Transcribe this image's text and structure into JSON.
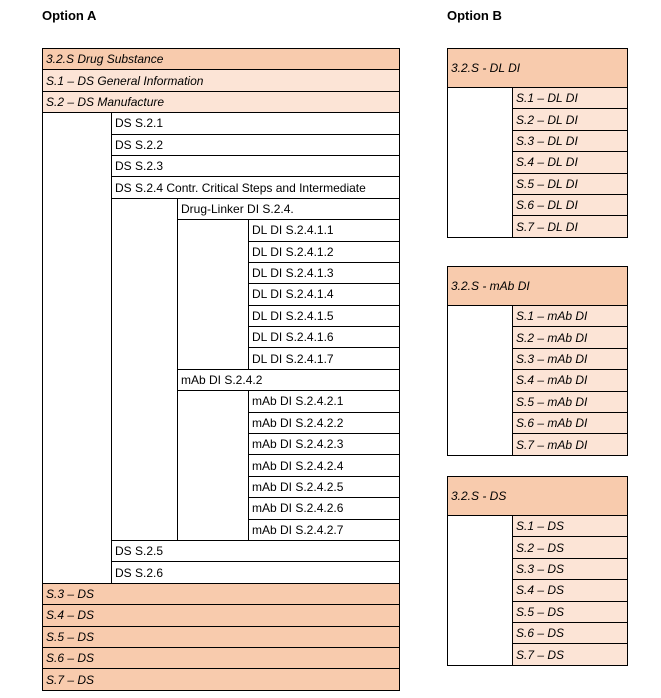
{
  "titles": {
    "option_a": "Option A",
    "option_b": "Option B"
  },
  "colors": {
    "header_fill": "#F8CBAD",
    "subheader_fill": "#FCE4D6",
    "row_fill": "#FFFFFF",
    "border": "#000000"
  },
  "option_a": {
    "top_rows": [
      "3.2.S Drug Substance",
      "S.1 – DS General Information",
      "S.2 – DS Manufacture"
    ],
    "level1_rows": [
      "DS S.2.1",
      "DS S.2.2",
      "DS S.2.3",
      "DS S.2.4 Contr. Critical Steps and Intermediate"
    ],
    "dl_header": "Drug-Linker DI S.2.4.",
    "dl_items": [
      "DL DI S.2.4.1.1",
      "DL DI S.2.4.1.2",
      "DL DI S.2.4.1.3",
      "DL DI S.2.4.1.4",
      "DL DI S.2.4.1.5",
      "DL DI S.2.4.1.6",
      "DL DI S.2.4.1.7"
    ],
    "mab_header": "mAb DI S.2.4.2",
    "mab_items": [
      "mAb DI S.2.4.2.1",
      "mAb DI S.2.4.2.2",
      "mAb DI S.2.4.2.3",
      "mAb DI S.2.4.2.4",
      "mAb DI S.2.4.2.5",
      "mAb DI S.2.4.2.6",
      "mAb DI S.2.4.2.7"
    ],
    "tail_rows": [
      "DS S.2.5",
      "DS S.2.6"
    ],
    "bottom_rows": [
      "S.3 – DS",
      "S.4 – DS",
      "S.5 – DS",
      "S.6 – DS",
      "S.7 – DS"
    ]
  },
  "option_b": {
    "blocks": [
      {
        "header": "3.2.S - DL DI",
        "items": [
          "S.1 – DL DI",
          "S.2 – DL DI",
          "S.3 – DL DI",
          "S.4 – DL DI",
          "S.5 – DL DI",
          "S.6 – DL DI",
          "S.7 – DL DI"
        ]
      },
      {
        "header": "3.2.S - mAb DI",
        "items": [
          "S.1 – mAb DI",
          "S.2 – mAb DI",
          "S.3 – mAb DI",
          "S.4 – mAb DI",
          "S.5 – mAb DI",
          "S.6 – mAb DI",
          "S.7 – mAb DI"
        ]
      },
      {
        "header": "3.2.S - DS",
        "items": [
          "S.1 – DS",
          "S.2 – DS",
          "S.3 – DS",
          "S.4 – DS",
          "S.5 – DS",
          "S.6 – DS",
          "S.7 – DS"
        ]
      }
    ]
  }
}
